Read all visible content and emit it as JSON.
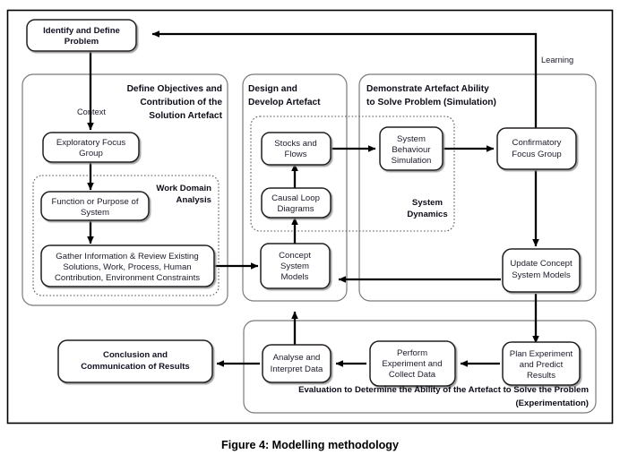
{
  "figure": {
    "caption": "Figure 4: Modelling methodology",
    "frame_color": "#000000",
    "node_border_color": "#231f20",
    "node_fill": "#ffffff",
    "group_border_color": "#7a7a7a",
    "dotted_border_color": "#555555",
    "arrow_color": "#000000"
  },
  "nodes": {
    "identify": {
      "lines": [
        "Identify and Define",
        "Problem"
      ],
      "bold": true
    },
    "exploratory": {
      "lines": [
        "Exploratory Focus",
        "Group"
      ],
      "bold": false
    },
    "function_purpose": {
      "lines": [
        "Function or Purpose of",
        "System"
      ],
      "bold": false
    },
    "gather": {
      "lines": [
        "Gather Information & Review Existing",
        "Solutions, Work, Process, Human",
        "Contribution, Environment Constraints"
      ],
      "bold": false
    },
    "stocks": {
      "lines": [
        "Stocks and",
        "Flows"
      ],
      "bold": false
    },
    "causal": {
      "lines": [
        "Causal Loop",
        "Diagrams"
      ],
      "bold": false
    },
    "concept": {
      "lines": [
        "Concept",
        "System",
        "Models"
      ],
      "bold": false
    },
    "sim": {
      "lines": [
        "System",
        "Behaviour",
        "Simulation"
      ],
      "bold": false
    },
    "confirmatory": {
      "lines": [
        "Confirmatory",
        "Focus Group"
      ],
      "bold": false
    },
    "update": {
      "lines": [
        "Update Concept",
        "System Models"
      ],
      "bold": false
    },
    "plan": {
      "lines": [
        "Plan Experiment",
        "and Predict",
        "Results"
      ],
      "bold": false
    },
    "perform": {
      "lines": [
        "Perform",
        "Experiment and",
        "Collect Data"
      ],
      "bold": false
    },
    "analyse": {
      "lines": [
        "Analyse and",
        "Interpret Data"
      ],
      "bold": false
    },
    "conclusion": {
      "lines": [
        "Conclusion and",
        "Communication of Results"
      ],
      "bold": true
    }
  },
  "groups": {
    "define_objectives": {
      "lines": [
        "Define Objectives and",
        "Contribution of the",
        "Solution Artefact"
      ]
    },
    "design_develop": {
      "lines": [
        "Design and",
        "Develop Artefact"
      ]
    },
    "demonstrate": {
      "lines": [
        "Demonstrate Artefact Ability",
        "to Solve Problem (Simulation)"
      ]
    },
    "evaluation": {
      "lines": [
        "Evaluation to Determine the Ability of the Artefact to Solve the Problem",
        "(Experimentation)"
      ]
    },
    "work_domain": {
      "lines": [
        "Work Domain",
        "Analysis"
      ]
    },
    "system_dynamics": {
      "lines": [
        "System",
        "Dynamics"
      ]
    }
  },
  "edge_labels": {
    "context": "Context",
    "learning": "Learning"
  }
}
